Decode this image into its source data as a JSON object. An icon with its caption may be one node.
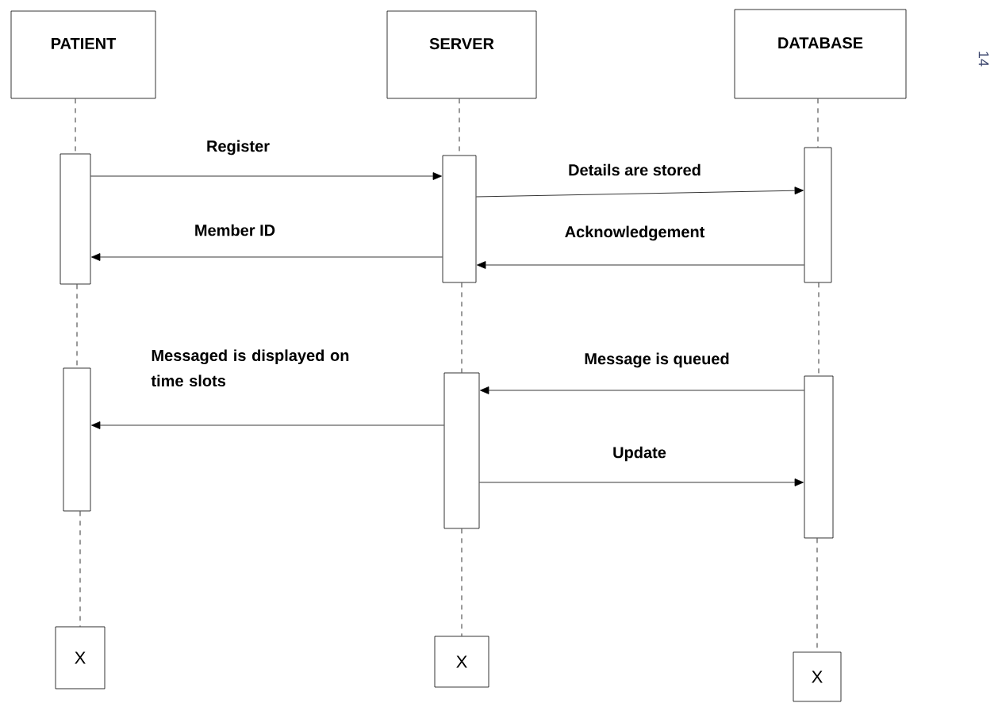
{
  "diagram": {
    "nodes": [
      {
        "text": [
          "PATIENT"
        ]
      },
      {
        "text": [
          "SERVER"
        ]
      },
      {
        "text": [
          "DATABASE"
        ]
      },
      {
        "text": [],
        "shape": "bar"
      },
      {
        "text": [],
        "shape": "bar"
      },
      {
        "text": [],
        "shape": "bar"
      },
      {
        "text": [],
        "shape": "bar"
      },
      {
        "text": [],
        "shape": "bar"
      },
      {
        "text": [],
        "shape": "bar"
      },
      {
        "text": [
          "X"
        ]
      },
      {
        "text": [
          "X"
        ]
      },
      {
        "text": [
          "X"
        ]
      }
    ],
    "edges": [
      {
        "from": 0,
        "to": 3,
        "arrow": "none",
        "style": "dashed"
      },
      {
        "from": 3,
        "to": 6,
        "arrow": "none",
        "style": "dashed"
      },
      {
        "from": 6,
        "to": 9,
        "arrow": "none",
        "style": "dashed"
      },
      {
        "from": 1,
        "to": 4,
        "arrow": "none",
        "style": "dashed"
      },
      {
        "from": 4,
        "to": 7,
        "arrow": "none",
        "style": "dashed"
      },
      {
        "from": 7,
        "to": 10,
        "arrow": "none",
        "style": "dashed"
      },
      {
        "from": 2,
        "to": 5,
        "arrow": "none",
        "style": "dashed"
      },
      {
        "from": 5,
        "to": 8,
        "arrow": "none",
        "style": "dashed"
      },
      {
        "from": 8,
        "to": 11,
        "arrow": "none",
        "style": "dashed"
      },
      {
        "from": 3,
        "to": 4,
        "arrow": "to",
        "label": "Register"
      },
      {
        "from": 4,
        "to": 5,
        "arrow": "to",
        "label": "Details are stored"
      },
      {
        "from": 4,
        "to": 3,
        "arrow": "to",
        "label": "Member ID"
      },
      {
        "from": 5,
        "to": 4,
        "arrow": "to",
        "label": "Acknowledgement"
      },
      {
        "from": 8,
        "to": 7,
        "arrow": "to",
        "label": "Message is queued"
      },
      {
        "from": 7,
        "to": 6,
        "arrow": "to",
        "label": "Messaged is displayed on time slots"
      },
      {
        "from": 7,
        "to": 8,
        "arrow": "to",
        "label": "Update"
      }
    ],
    "labels": [
      "14"
    ]
  }
}
